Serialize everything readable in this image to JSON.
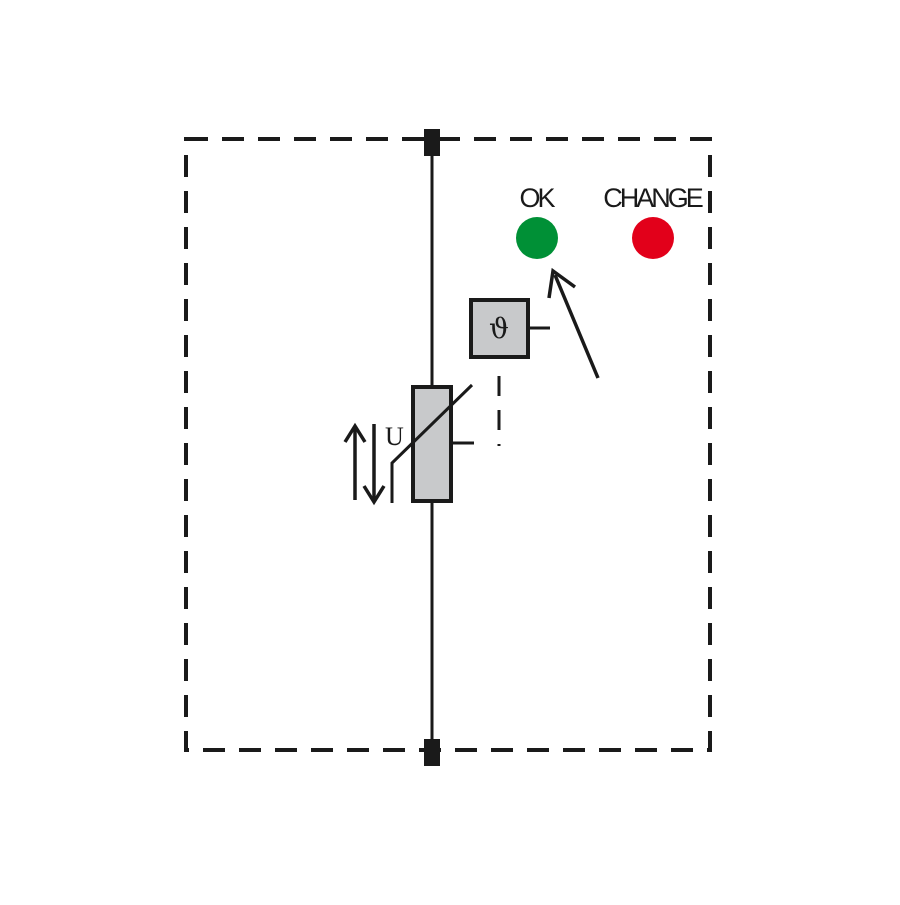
{
  "indicators": {
    "ok": {
      "label": "OK",
      "color": "#009036"
    },
    "change": {
      "label": "CHANGE",
      "color": "#e2001a"
    }
  },
  "varistor": {
    "label": "U",
    "fill": "#c8c9cb"
  },
  "thermal_disconnector": {
    "label": "ϑ",
    "fill": "#c8c9cb"
  },
  "colors": {
    "line": "#1a1a1a",
    "background": "#ffffff"
  }
}
